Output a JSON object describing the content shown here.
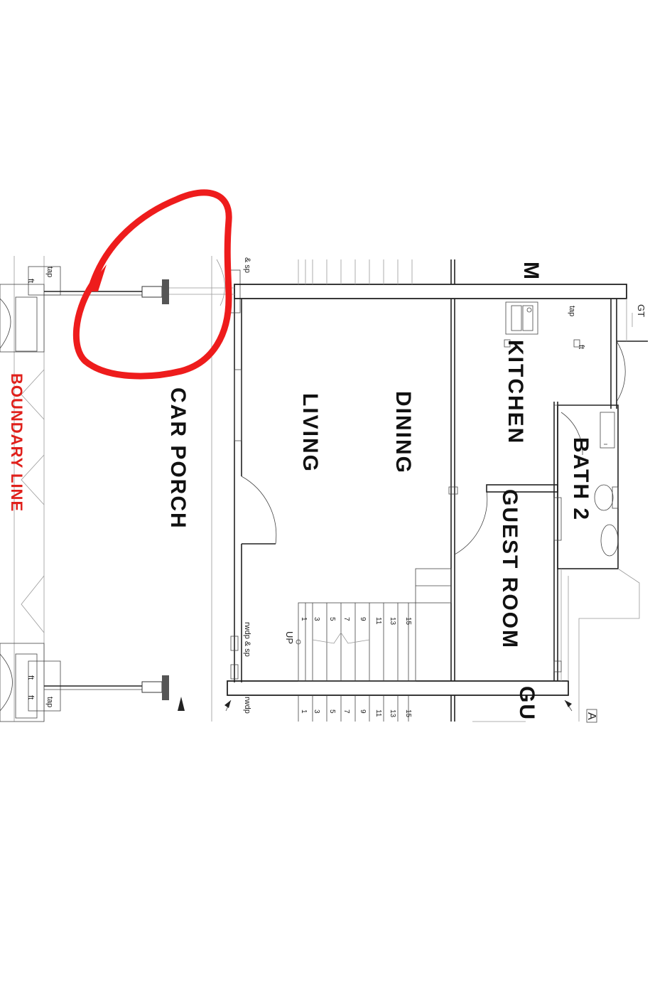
{
  "rooms": {
    "car_porch": "CAR PORCH",
    "living": "LIVING",
    "dining": "DINING",
    "kitchen": "KITCHEN",
    "bath2": "BATH 2",
    "guest_room": "GUEST ROOM",
    "cut_room": "GU",
    "cut_top": "M",
    "cut_right": "A"
  },
  "boundary": {
    "label": "BOUNDARY LINE",
    "color": "#e0201b"
  },
  "fixtures": {
    "tap": "tap",
    "ft": "ft",
    "gt": "GT",
    "sp_top": "& sp",
    "rwdp_sp": "rwdp & sp",
    "rwdp": "rwdp",
    "up": "UP"
  },
  "stairs": {
    "numbers_lower": [
      "1",
      "3",
      "5",
      "7",
      "9",
      "11",
      "13",
      "15"
    ],
    "numbers_upper": [
      "1",
      "3",
      "5",
      "7",
      "9",
      "11",
      "13",
      "15"
    ]
  },
  "annotation": {
    "color": "#ee1c1c"
  }
}
